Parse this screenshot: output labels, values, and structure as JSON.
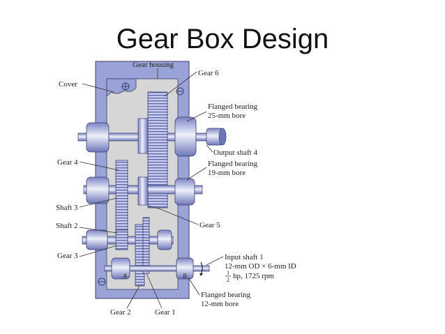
{
  "slide": {
    "title": "Gear Box Design"
  },
  "labels": {
    "gear_housing": "Gear housing",
    "cover": "Cover",
    "gear6": "Gear 6",
    "flanged_25_a": "Flanged bearing",
    "flanged_25_b": "25-mm bore",
    "output_shaft": "Output shaft 4",
    "gear4": "Gear 4",
    "flanged_19_a": "Flanged bearing",
    "flanged_19_b": "19-mm bore",
    "shaft3": "Shaft 3",
    "shaft2": "Shaft 2",
    "gear5": "Gear 5",
    "gear3": "Gear 3",
    "input_a": "Input shaft 1",
    "input_b": "12-mm OD × 6-mm ID",
    "hp_num": "1",
    "hp_den": "2",
    "input_c": "hp, 1725 rpm",
    "flanged_12_a": "Flanged bearing",
    "flanged_12_b": "12-mm bore",
    "gear2": "Gear 2",
    "gear1": "Gear 1",
    "mark_a": "A",
    "mark_b": "B"
  },
  "colors": {
    "housing": "#9aa3d6",
    "interior": "#d6d6d6",
    "metal_light": "#e4e6f4",
    "metal_mid": "#b7bde4",
    "metal_dark": "#6d76b8",
    "outline": "#3a3f6b"
  }
}
